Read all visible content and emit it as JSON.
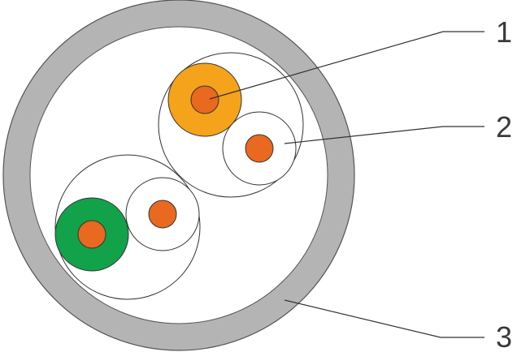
{
  "callouts": [
    {
      "label": "1",
      "target": "orange-insulated-conductor"
    },
    {
      "label": "2",
      "target": "white-insulated-conductor"
    },
    {
      "label": "3",
      "target": "outer-jacket"
    }
  ],
  "colors": {
    "jacket": "#b4b4b4",
    "jacket_edge": "#555555",
    "filler": "#ffffff",
    "copper": "#e8691f",
    "insulation_orange": "#f5a31a",
    "insulation_green": "#12a24a",
    "insulation_white": "#ffffff",
    "line": "#333333"
  }
}
